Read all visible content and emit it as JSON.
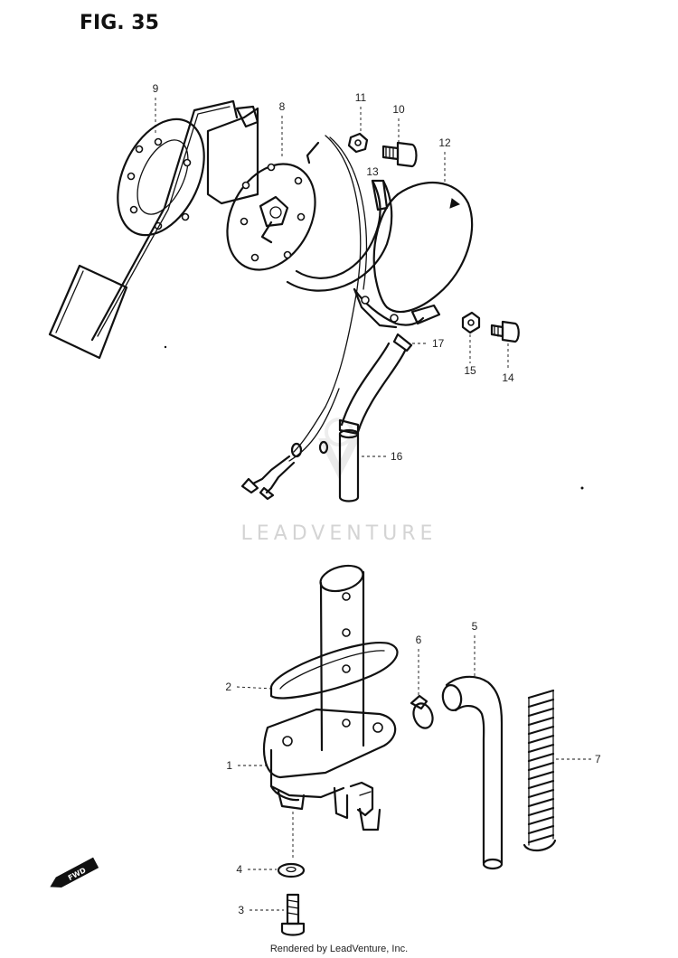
{
  "figure": {
    "title": "FIG. 35",
    "watermark": "LEADVENTURE",
    "footer": "Rendered by LeadVenture, Inc.",
    "direction_badge": "FWD"
  },
  "callouts": {
    "c1": "1",
    "c2": "2",
    "c3": "3",
    "c4": "4",
    "c5": "5",
    "c6": "6",
    "c7": "7",
    "c8": "8",
    "c9": "9",
    "c10": "10",
    "c11": "11",
    "c12": "12",
    "c13": "13",
    "c14": "14",
    "c15": "15",
    "c16": "16",
    "c17": "17"
  },
  "colors": {
    "ink": "#111111",
    "watermark": "#d4d4d4",
    "background": "#ffffff"
  }
}
